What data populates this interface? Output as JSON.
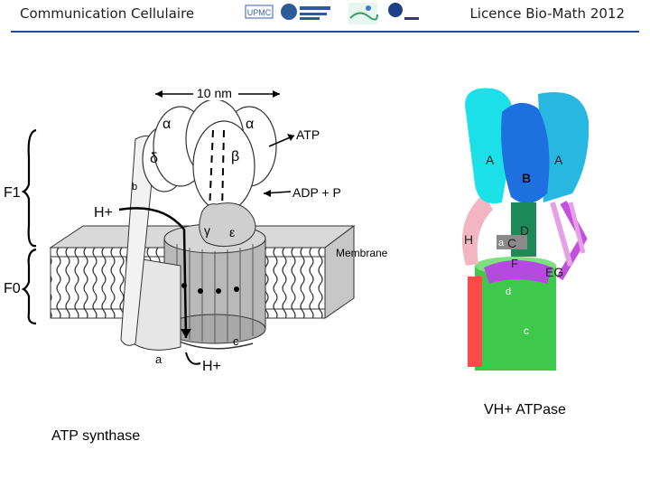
{
  "header": {
    "left_title": "Communication Cellulaire",
    "right_title": "Licence Bio-Math 2012",
    "logos": [
      "upmc-logo",
      "station-biologique-logo",
      "mer-sante-logo",
      "cnrs-logo"
    ],
    "accent_color": "#1f4e96"
  },
  "figure_left": {
    "labels": {
      "scale": "10 nm",
      "alpha1": "α",
      "alpha2": "α",
      "beta": "β",
      "delta": "δ",
      "gamma": "γ",
      "epsilon": "ε",
      "atp": "ATP",
      "adp": "ADP + P",
      "b": "b",
      "h_top": "H+",
      "h_bottom": "H+",
      "membrane": "Membrane",
      "f1": "F1",
      "f0": "F0",
      "c": "c",
      "a": "a"
    },
    "caption": "ATP synthase"
  },
  "figure_right": {
    "labels": {
      "A1": "A",
      "A2": "A",
      "B": "B",
      "H": "H",
      "C": "C",
      "D": "D",
      "F": "F",
      "EG": "EG",
      "a": "a",
      "c": "c",
      "d": "d"
    },
    "caption": "VH+ ATPase"
  }
}
